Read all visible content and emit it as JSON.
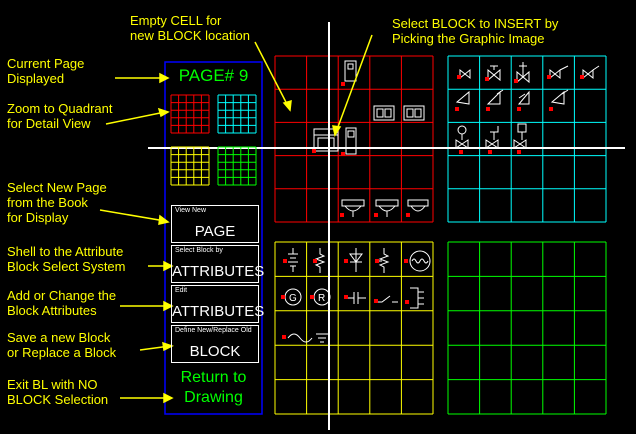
{
  "notes": {
    "empty_cell": "Empty CELL for\nnew BLOCK location",
    "select_block": "Select BLOCK to INSERT by\nPicking the Graphic Image",
    "current_page": "Current Page\nDisplayed",
    "zoom": "Zoom to Quadrant\nfor Detail View",
    "select_new_page": "Select New Page\nfrom the Book\nfor Display",
    "shell": "Shell to the Attribute\nBlock Select System",
    "add_change": "Add or Change the\nBlock Attributes",
    "save_block": "Save a new Block\nor Replace a Block",
    "exit": "Exit BL with NO\nBLOCK Selection"
  },
  "panel": {
    "page_label": "PAGE# 9",
    "buttons": [
      {
        "small": "View New",
        "big": "PAGE"
      },
      {
        "small": "Select Block by",
        "big": "ATTRIBUTES"
      },
      {
        "small": "Edit",
        "big": "ATTRIBUTES"
      },
      {
        "small": "Define New/Replace Old",
        "big": "BLOCK"
      }
    ],
    "return_label_1": "Return to",
    "return_label_2": "Drawing"
  },
  "colors": {
    "note": "#ffff00",
    "panel_border": "#0000ff",
    "red": "#ff0000",
    "cyan": "#00ffff",
    "yellow": "#ffff00",
    "green": "#00ff00",
    "crosshair": "#ffffff"
  }
}
